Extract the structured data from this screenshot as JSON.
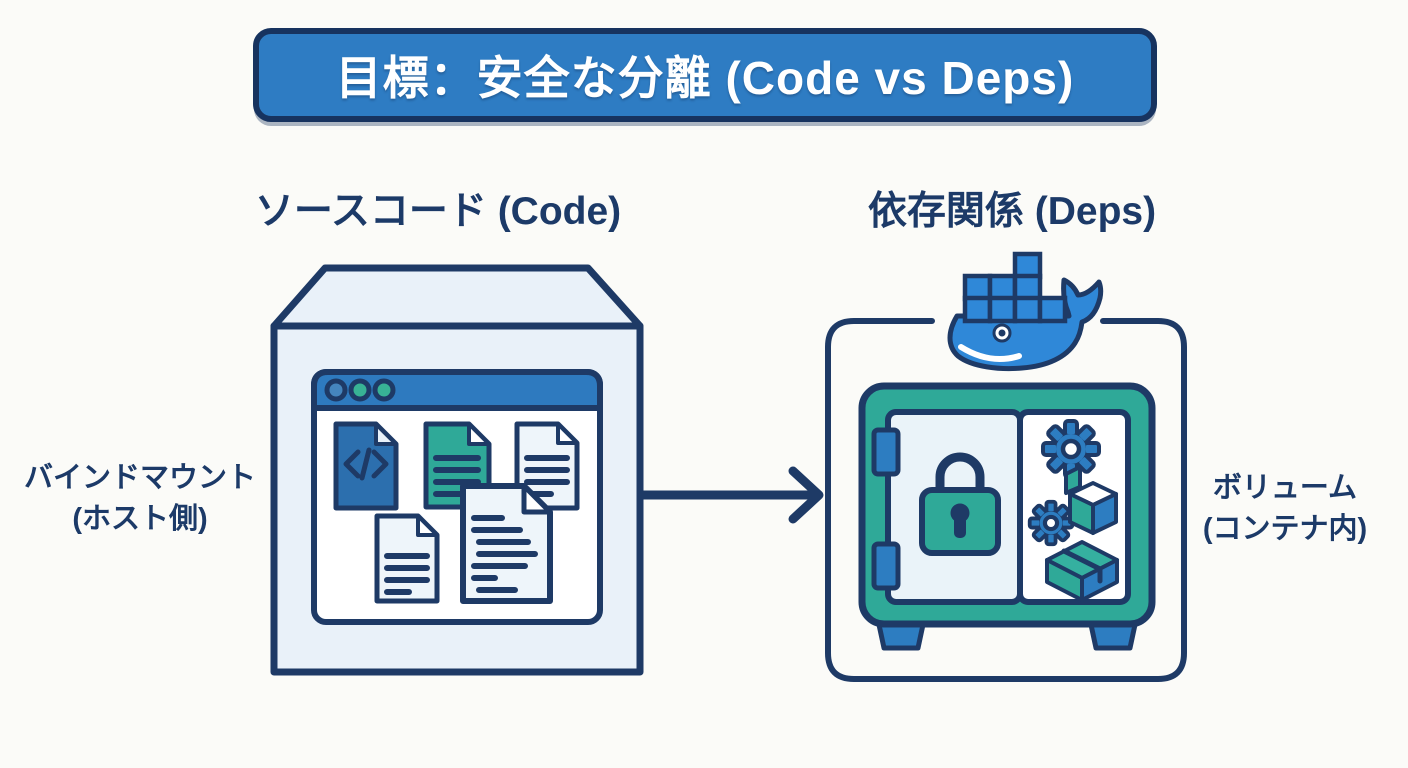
{
  "title_banner": {
    "label": "目標：安全な分離 (Code vs Deps)"
  },
  "sections": {
    "code": {
      "heading": "ソースコード (Code)",
      "side_label_line1": "バインドマウント",
      "side_label_line2": "(ホスト側)"
    },
    "deps": {
      "heading": "依存関係 (Deps)",
      "side_label_line1": "ボリューム",
      "side_label_line2": "(コンテナ内)"
    }
  },
  "icons": {
    "left_box": [
      "code-box-icon",
      "browser-window-icon",
      "code-file-icon",
      "teal-document-file-icon",
      "document-file-icon",
      "document-file-icon",
      "large-document-file-icon"
    ],
    "connector": "arrow-right-icon",
    "right_box": [
      "docker-whale-icon",
      "safe-icon",
      "padlock-icon",
      "gear-icon",
      "gear-icon",
      "open-package-icon",
      "closed-package-icon"
    ]
  },
  "colors": {
    "background": "#fbfbf8",
    "navy_outline": "#1e3a66",
    "banner_blue": "#2e7cc3",
    "banner_border": "#17335f",
    "docker_blue": "#2f88d8",
    "accent_blue": "#2d7dc1",
    "teal": "#2fa998",
    "file_blue": "#2c6fae",
    "light_blue_fill": "#e9f1f9",
    "text_navy": "#1c3a68",
    "white": "#ffffff"
  }
}
